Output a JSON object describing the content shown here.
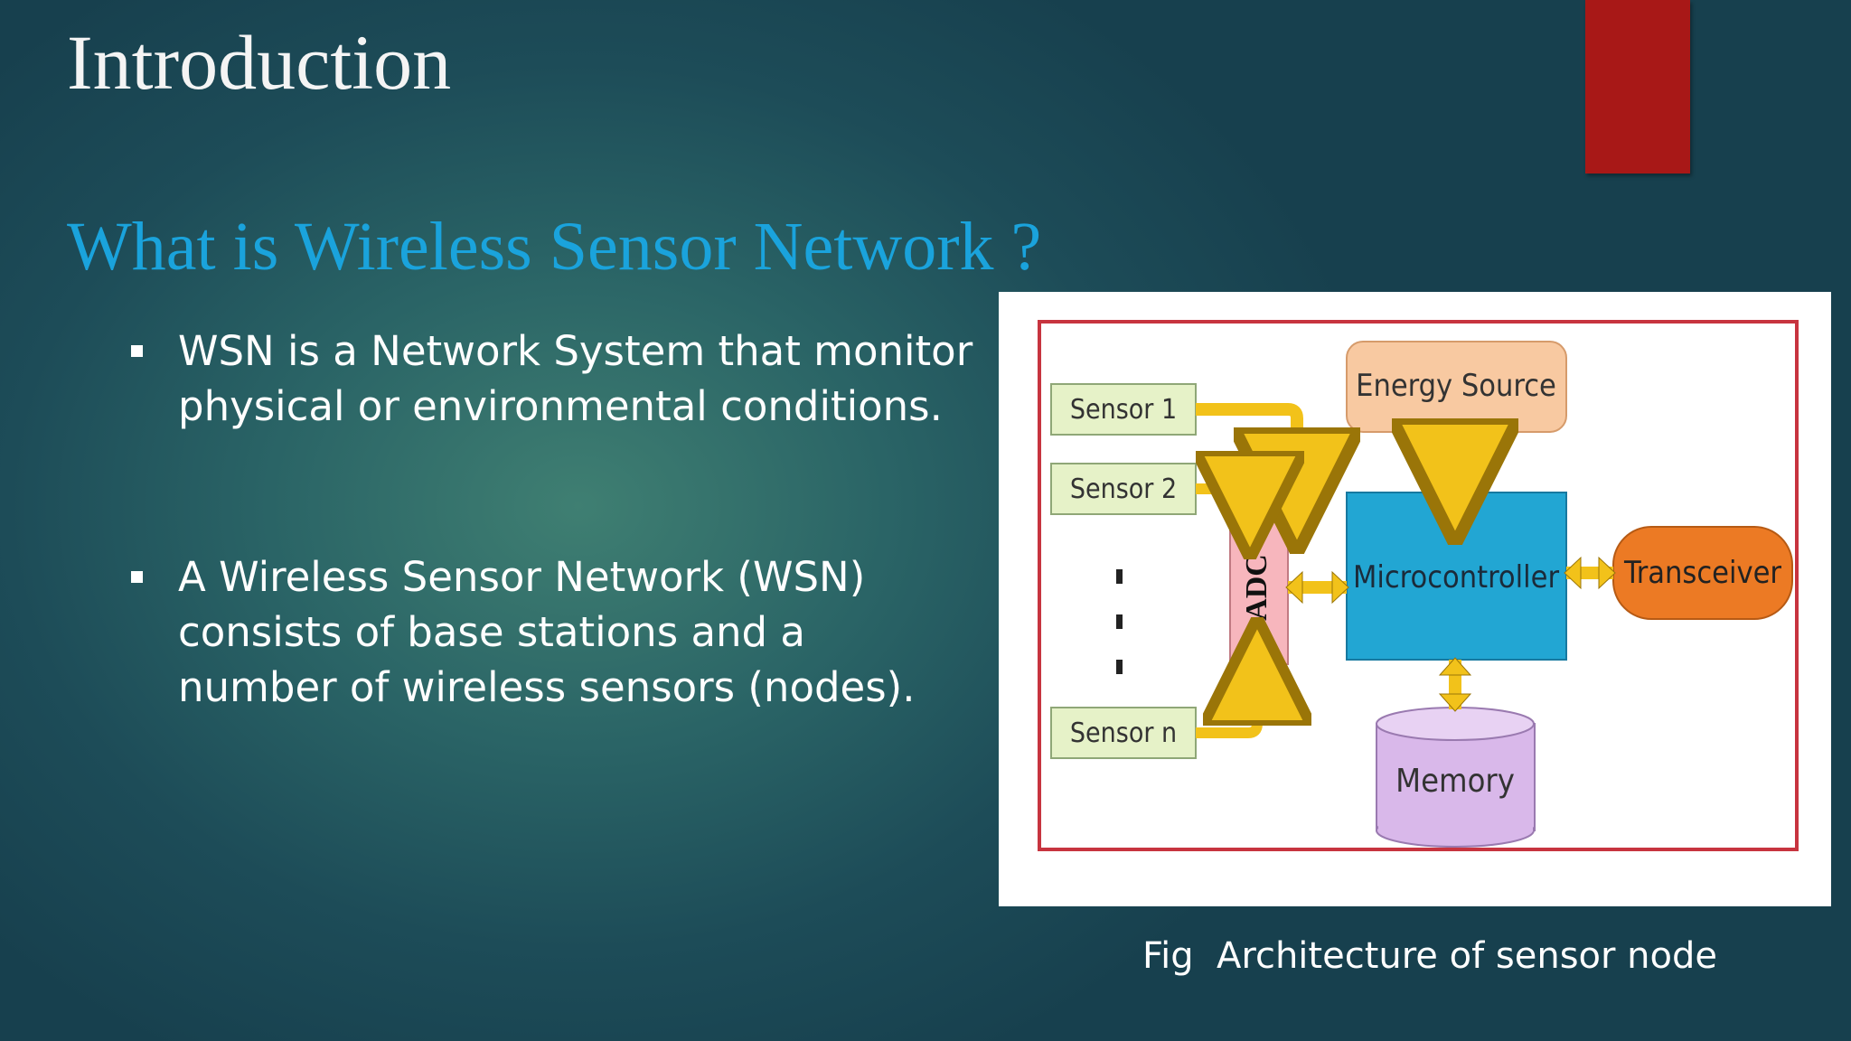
{
  "slide": {
    "title": "Introduction",
    "subtitle": "What is Wireless Sensor Network ?",
    "bullets": [
      "WSN is a Network System that monitor physical or environmental conditions.",
      "A Wireless Sensor Network (WSN) consists of base stations and a number of wireless sensors (nodes)."
    ],
    "caption": "Fig  Architecture of sensor node"
  },
  "diagram": {
    "sensor_1": "Sensor 1",
    "sensor_2": "Sensor 2",
    "sensor_n": "Sensor n",
    "adc": "ADC",
    "energy_source": "Energy Source",
    "microcontroller": "Microcontroller",
    "transceiver": "Transceiver",
    "memory": "Memory"
  },
  "colors": {
    "title": "#f4f4f4",
    "subtitle": "#1aa3dc",
    "accent_bar": "#a81817",
    "frame_border": "#c7343f",
    "sensor_fill": "#e6f2c8",
    "energy_fill": "#f8c9a1",
    "adc_fill": "#f7b6bd",
    "microcontroller_fill": "#22a6d3",
    "transceiver_fill": "#ec7a24",
    "memory_fill": "#d9b8ea",
    "arrow_fill": "#f2c21a"
  }
}
